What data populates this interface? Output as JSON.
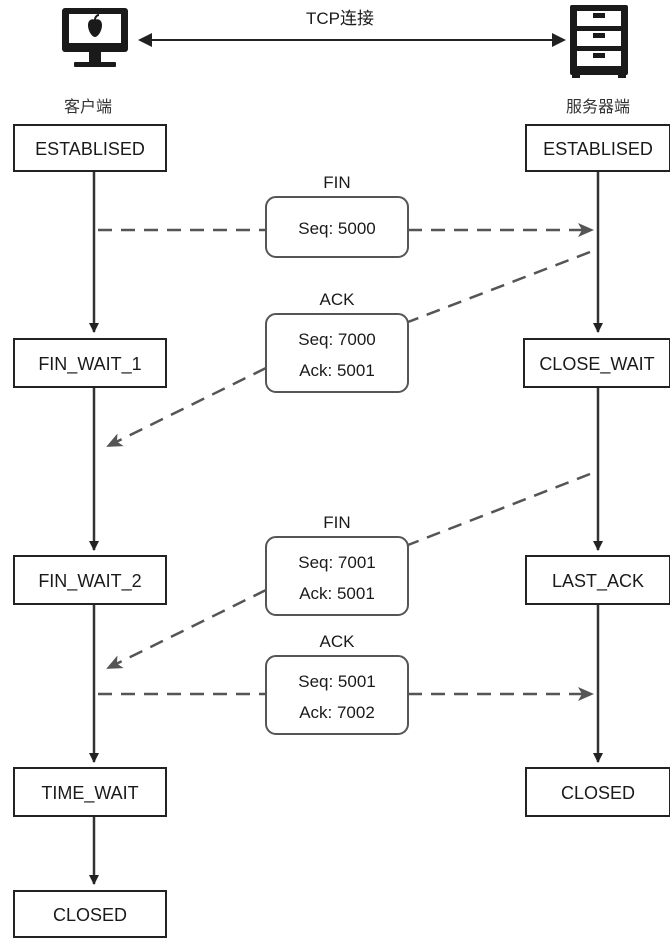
{
  "top": {
    "connection_label": "TCP连接"
  },
  "client": {
    "title": "客户端",
    "icon": "computer-monitor-icon",
    "states": [
      "ESTABLISED",
      "FIN_WAIT_1",
      "FIN_WAIT_2",
      "TIME_WAIT",
      "CLOSED"
    ]
  },
  "server": {
    "title": "服务器端",
    "icon": "server-cabinet-icon",
    "states": [
      "ESTABLISED",
      "CLOSE_WAIT",
      "LAST_ACK",
      "CLOSED"
    ]
  },
  "messages": [
    {
      "flag": "FIN",
      "lines": [
        "Seq: 5000"
      ],
      "direction": "client-to-server"
    },
    {
      "flag": "ACK",
      "lines": [
        "Seq: 7000",
        "Ack: 5001"
      ],
      "direction": "server-to-client"
    },
    {
      "flag": "FIN",
      "lines": [
        "Seq: 7001",
        "Ack: 5001"
      ],
      "direction": "server-to-client"
    },
    {
      "flag": "ACK",
      "lines": [
        "Seq: 5001",
        "Ack: 7002"
      ],
      "direction": "client-to-server"
    }
  ],
  "colors": {
    "stroke": "#222222",
    "dash": "#555555",
    "background": "#ffffff"
  }
}
